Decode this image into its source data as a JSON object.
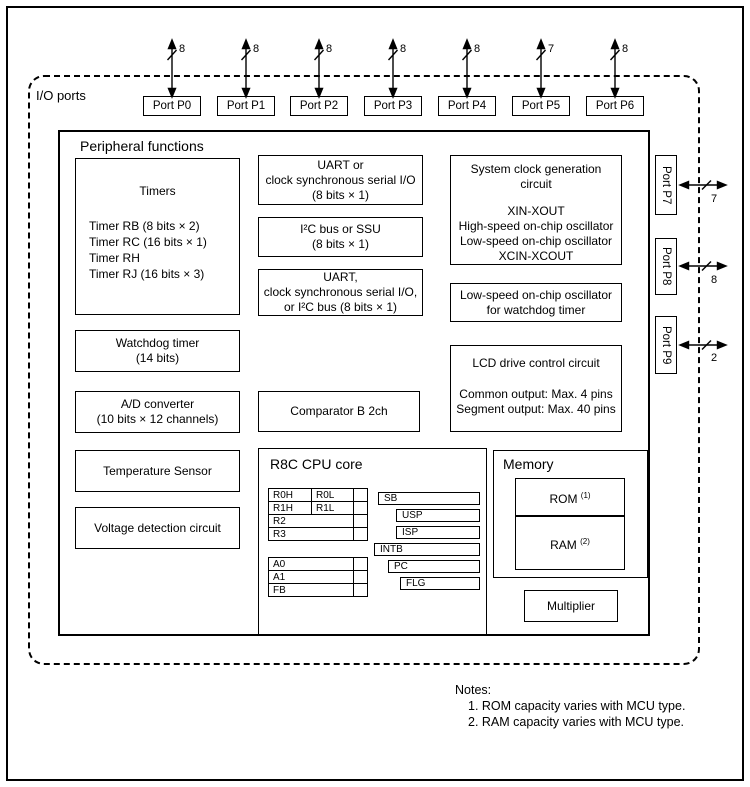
{
  "io_ports_label": "I/O ports",
  "top_ports": [
    {
      "label": "Port P0",
      "bits": "8"
    },
    {
      "label": "Port P1",
      "bits": "8"
    },
    {
      "label": "Port P2",
      "bits": "8"
    },
    {
      "label": "Port P3",
      "bits": "8"
    },
    {
      "label": "Port P4",
      "bits": "8"
    },
    {
      "label": "Port P5",
      "bits": "7"
    },
    {
      "label": "Port P6",
      "bits": "8"
    }
  ],
  "side_ports": [
    {
      "label": "Port P7",
      "bits": "7"
    },
    {
      "label": "Port P8",
      "bits": "8"
    },
    {
      "label": "Port P9",
      "bits": "2"
    }
  ],
  "peripheral_title": "Peripheral functions",
  "timers": {
    "title": "Timers",
    "items": [
      "Timer RB (8 bits × 2)",
      "Timer RC (16 bits × 1)",
      "Timer RH",
      "Timer RJ (16 bits × 3)"
    ]
  },
  "uart1": [
    "UART or",
    "clock synchronous serial I/O",
    "(8 bits × 1)"
  ],
  "i2c": [
    "I²C bus or SSU",
    "(8 bits × 1)"
  ],
  "uart2": [
    "UART,",
    "clock synchronous serial I/O,",
    "or I²C bus (8 bits × 1)"
  ],
  "watchdog": [
    "Watchdog timer",
    "(14 bits)"
  ],
  "adc": [
    "A/D converter",
    "(10 bits × 12 channels)"
  ],
  "comparator_label": "Comparator B 2ch",
  "temperature_label": "Temperature Sensor",
  "voltage_label": "Voltage detection circuit",
  "sysclock": {
    "title": [
      "System clock generation",
      "circuit"
    ],
    "lines": [
      "XIN-XOUT",
      "High-speed on-chip oscillator",
      "Low-speed on-chip oscillator",
      "XCIN-XCOUT"
    ]
  },
  "lowspeed_osc": [
    "Low-speed on-chip oscillator",
    "for watchdog timer"
  ],
  "lcd": {
    "title": "LCD drive control circuit",
    "lines": [
      "Common output: Max. 4 pins",
      "Segment output: Max. 40 pins"
    ]
  },
  "cpu": {
    "title": "R8C CPU core",
    "gen_regs": [
      [
        "R0H",
        "R0L"
      ],
      [
        "R1H",
        "R1L"
      ],
      [
        "R2"
      ],
      [
        "R3"
      ]
    ],
    "addr_regs": [
      "A0",
      "A1",
      "FB"
    ],
    "ctrl_regs": [
      "SB",
      "USP",
      "ISP",
      "INTB",
      "PC",
      "FLG"
    ]
  },
  "memory": {
    "title": "Memory",
    "rom_label": "ROM",
    "rom_note_ref": "(1)",
    "ram_label": "RAM",
    "ram_note_ref": "(2)"
  },
  "multiplier_label": "Multiplier",
  "notes": {
    "title": "Notes:",
    "items": [
      "1. ROM capacity varies with MCU type.",
      "2. RAM capacity varies with MCU type."
    ]
  }
}
